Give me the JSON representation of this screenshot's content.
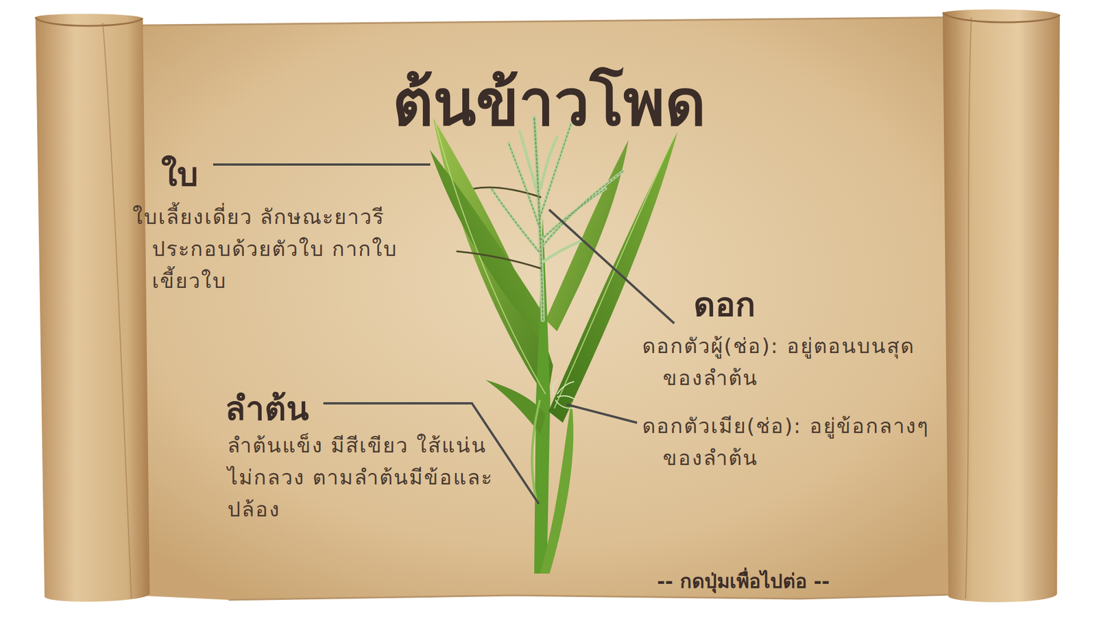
{
  "diagram": {
    "title": "ต้นข้าวโพด",
    "labels": [
      "ใบ",
      "ใบเลี้ยงเดี่ยว ลักษณะยาวรี ประกอบด้วยตัวใบ กากใบ เขี้ยวใบ",
      "ลำต้น",
      "ลำต้นแข็ง มีสีเขียว ใส้แน่นไม่กลวง ตามลำต้นมีข้อและปล้อง",
      "ดอก",
      "ดอกตัวผู้(ช่อ): อยู่ตอนบนสุดของลำต้น",
      "ดอกตัวเมีย(ช่อ): อยู่ข้อกลางๆของลำต้น",
      "-- กดปุ่มเพื่อไปต่อ --"
    ]
  }
}
